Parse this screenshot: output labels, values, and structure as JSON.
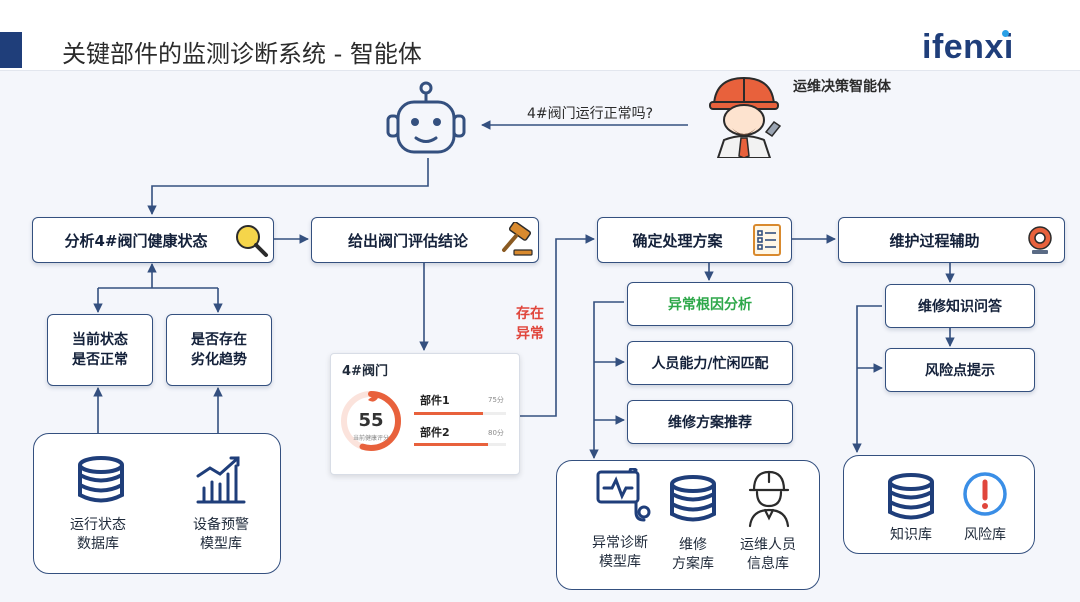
{
  "header": {
    "title": "关键部件的监测诊断系统 - 智能体",
    "logo": "ifenxi"
  },
  "agent": {
    "label": "运维决策智能体",
    "question": "4#阀门运行正常吗?"
  },
  "flow": {
    "analyze": "分析4#阀门健康状态",
    "conclusion": "给出阀门评估结论",
    "plan": "确定处理方案",
    "assist": "维护过程辅助"
  },
  "analysis": {
    "normal_check": "当前状态\n是否正常",
    "trend_check": "是否存在\n劣化趋势",
    "db": {
      "status_db": "运行状态\n数据库",
      "warning_db": "设备预警\n模型库"
    }
  },
  "abnormal_label": "存在\n异常",
  "card": {
    "title": "4#阀门",
    "score": "55",
    "score_caption": "当前健康评分",
    "score_fraction": 0.55,
    "parts": [
      {
        "name": "部件1",
        "score": "75分",
        "fill": 0.75
      },
      {
        "name": "部件2",
        "score": "80分",
        "fill": 0.8
      }
    ]
  },
  "plan_steps": {
    "root_cause": "异常根因分析",
    "staff_match": "人员能力/忙闲匹配",
    "recommend": "维修方案推荐"
  },
  "plan_db": {
    "diag_model": "异常诊断\n模型库",
    "repair_plan": "维修\n方案库",
    "staff_info": "运维人员\n信息库"
  },
  "assist_steps": {
    "qa": "维修知识问答",
    "risk": "风险点提示"
  },
  "assist_db": {
    "knowledge": "知识库",
    "risk": "风险库"
  },
  "colors": {
    "primary": "#34507f",
    "accent_green": "#2ea84a",
    "alert_red": "#e0463c",
    "bar_orange": "#e8613c"
  }
}
